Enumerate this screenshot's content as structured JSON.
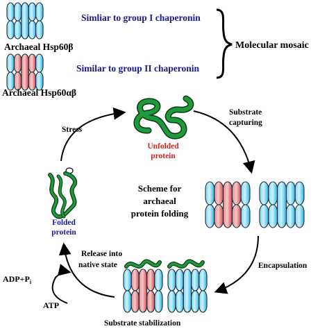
{
  "legend": {
    "beta_label": "Archaeal Hsp60β",
    "alphabeta_label": "Archaeal Hsp60αβ",
    "group1_text": "Simliar to group I chaperonin",
    "group2_text": "Similar to group II chaperonin",
    "mosaic_text": "Molecular mosaic"
  },
  "cycle": {
    "center_title": [
      "Scheme for",
      "archaeal",
      "protein folding"
    ],
    "unfolded_label": [
      "Unfolded",
      "protein"
    ],
    "folded_label": [
      "Folded",
      "protein"
    ],
    "stress_label": "Stress",
    "capturing_label": [
      "Substrate",
      "capturing"
    ],
    "encapsulation_label": "Encapsulation",
    "stabilization_label": "Substrate stabilization",
    "release_label": [
      "Release into",
      "native state"
    ],
    "adp_label": "ADP+P",
    "adp_subscript": "i",
    "atp_label": "ATP"
  },
  "colors": {
    "navy_text": "#1a1a8c",
    "red_text": "#d42020",
    "blue_text": "#1a1a9c",
    "cyan_subunit": "#3fc4ee",
    "cyan_light": "#aee9fb",
    "red_subunit": "#df5a5f",
    "red_light": "#f4b0b2",
    "protein_green": "#1e9a3a"
  }
}
